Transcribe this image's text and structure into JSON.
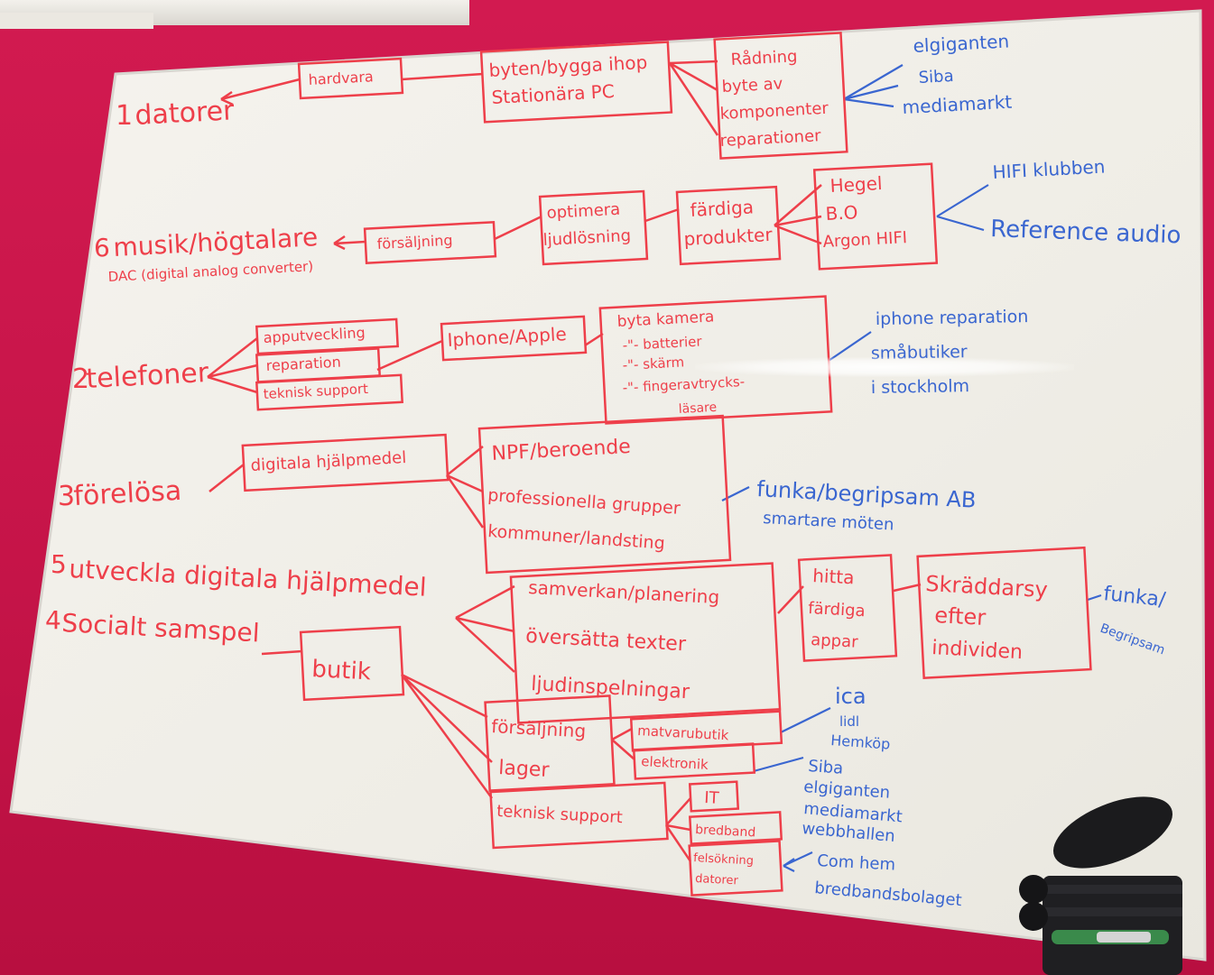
{
  "colors": {
    "wall": "#c8174a",
    "board": "#f2f0ea",
    "red_marker": "#ee3f4a",
    "blue_marker": "#3a66d0"
  },
  "topics": [
    {
      "number": "1",
      "label": "datorer"
    },
    {
      "number": "6",
      "label": "musik/högtalare"
    },
    {
      "number": "2",
      "label": "telefoner"
    },
    {
      "number": "3",
      "label": "förelösa"
    },
    {
      "number": "5",
      "label": "utveckla digitala hjälpmedel"
    },
    {
      "number": "4",
      "label": "Socialt samspel"
    }
  ],
  "dac_note": "DAC (digital analog converter)",
  "nodes": {
    "hardvara": "hardvara",
    "bygga_1": "byten/bygga ihop",
    "bygga_2": "Stationära PC",
    "comp_1": "Rådning",
    "comp_2": "byte av",
    "comp_3": "komponenter",
    "comp_4": "reparationer",
    "forsaljning": "försäljning",
    "opt_1": "optimera",
    "opt_2": "ljudlösning",
    "fard_1": "färdiga",
    "fard_2": "produkter",
    "hegel": "Hegel",
    "bo": "B.O",
    "argon": "Argon HIFI",
    "apputveckling": "apputveckling",
    "reparation": "reparation",
    "teknisk_support": "teknisk support",
    "iphone_apple": "Iphone/Apple",
    "byta_kamera": "byta kamera",
    "batterier": "-\"- batterier",
    "skarm": "-\"- skärm",
    "fingeravtryck": "-\"- fingeravtrycks-",
    "lasare": "läsare",
    "digitala_hjalpmedel": "digitala hjälpmedel",
    "npf": "NPF/beroende",
    "prof": "professionella grupper",
    "kommuner": "kommuner/landsting",
    "samverkan": "samverkan/planering",
    "oversatta": "översätta texter",
    "ljudinspelningar": "ljudinspelningar",
    "hitta_1": "hitta",
    "hitta_2": "färdiga",
    "hitta_3": "appar",
    "skr_1": "Skräddarsy",
    "skr_2": "efter",
    "skr_3": "individen",
    "butik": "butik",
    "forsaljning2": "försäljning",
    "lager": "lager",
    "teknisk_support2": "teknisk support",
    "matvarubutik": "matvarubutik",
    "elektronik": "elektronik",
    "it": "IT",
    "bredband": "bredband",
    "felsokning_1": "felsökning",
    "felsokning_2": "datorer"
  },
  "notes": {
    "n1": "elgiganten",
    "n2": "Siba",
    "n3": "mediamarkt",
    "hifi_1": "HIFI klubben",
    "hifi_2": "Reference audio",
    "tel_1": "iphone reparation",
    "tel_2": "småbutiker",
    "tel_3": "i stockholm",
    "funka_1": "funka/begripsam AB",
    "funka_2": "smartare möten",
    "funka_r1": "funka/",
    "funka_r2": "Begripsam",
    "ica_1": "ica",
    "ica_2": "lidl",
    "ica_3": "Hemköp",
    "el_1": "Siba",
    "el_2": "elgiganten",
    "el_3": "mediamarkt",
    "el_4": "webbhallen",
    "com_1": "Com hem",
    "com_2": "bredbandsbolaget"
  }
}
